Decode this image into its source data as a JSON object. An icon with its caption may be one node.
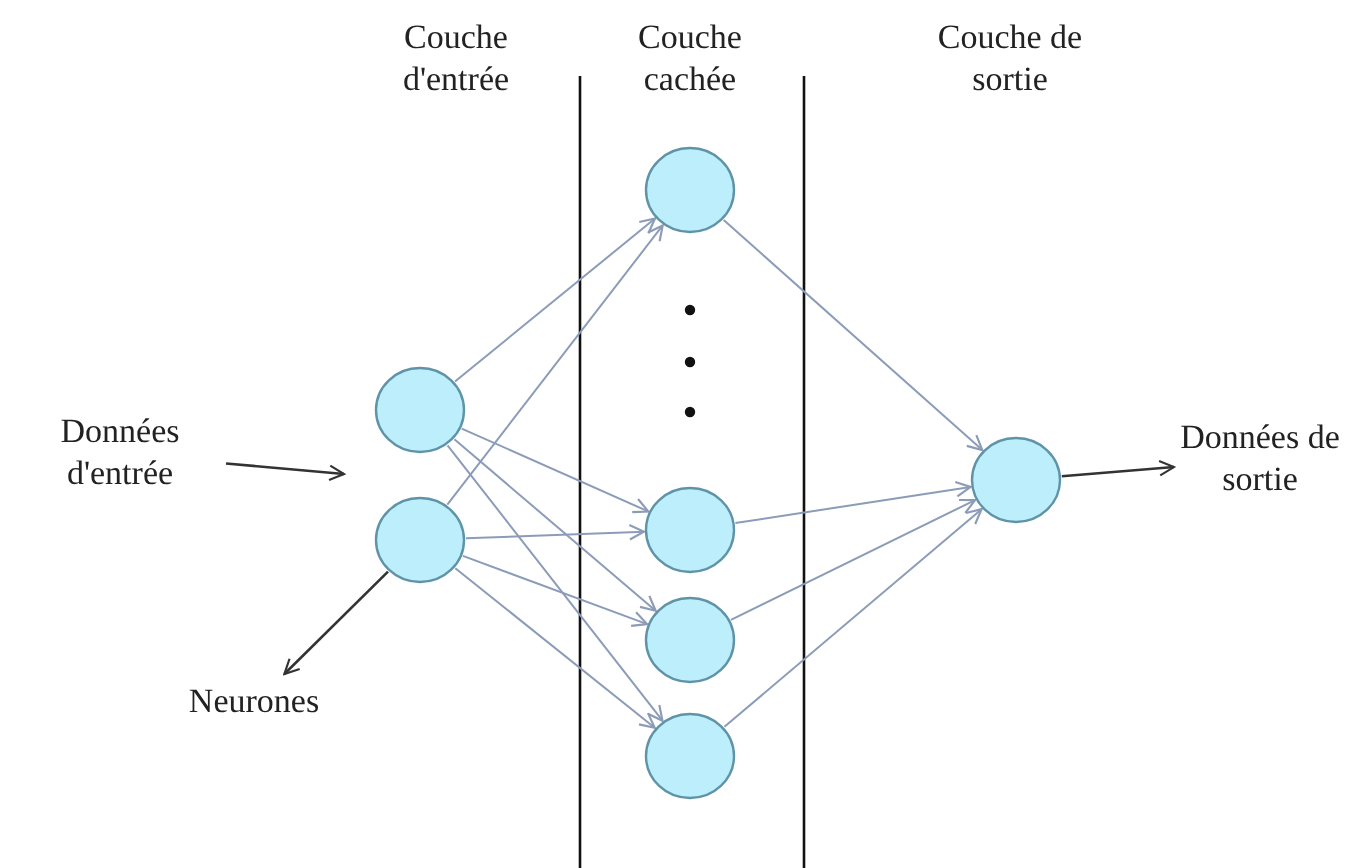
{
  "diagram": {
    "nodes": [
      {
        "text": [
          "Données d'entrée"
        ]
      },
      {
        "text": [],
        "shape": "circle"
      },
      {
        "text": [],
        "shape": "circle"
      },
      {
        "text": [
          "Neurones"
        ]
      },
      {
        "text": [],
        "shape": "circle"
      },
      {
        "text": [],
        "shape": "circle"
      },
      {
        "text": [],
        "shape": "circle"
      },
      {
        "text": [],
        "shape": "circle"
      },
      {
        "text": [],
        "shape": "circle"
      },
      {
        "text": [
          "Données de sortie"
        ]
      }
    ],
    "edges": [
      {
        "from": 0,
        "to": null,
        "arrow": "to",
        "color": "#333333"
      },
      {
        "from": 1,
        "to": 4,
        "arrow": "to"
      },
      {
        "from": 1,
        "to": 5,
        "arrow": "to"
      },
      {
        "from": 1,
        "to": 6,
        "arrow": "to"
      },
      {
        "from": 1,
        "to": 7,
        "arrow": "to"
      },
      {
        "from": 2,
        "to": 4,
        "arrow": "to"
      },
      {
        "from": 2,
        "to": 5,
        "arrow": "to"
      },
      {
        "from": 2,
        "to": 6,
        "arrow": "to"
      },
      {
        "from": 2,
        "to": 7,
        "arrow": "to"
      },
      {
        "from": 2,
        "to": 3,
        "arrow": "to",
        "color": "#333333"
      },
      {
        "from": 4,
        "to": 8,
        "arrow": "to"
      },
      {
        "from": 5,
        "to": 8,
        "arrow": "to"
      },
      {
        "from": 6,
        "to": 8,
        "arrow": "to"
      },
      {
        "from": 7,
        "to": 8,
        "arrow": "to"
      },
      {
        "from": 8,
        "to": 9,
        "arrow": "to",
        "color": "#333333"
      }
    ],
    "labels": [
      "Couche d'entrée",
      "Couche cachée",
      "Couche de sortie"
    ]
  }
}
